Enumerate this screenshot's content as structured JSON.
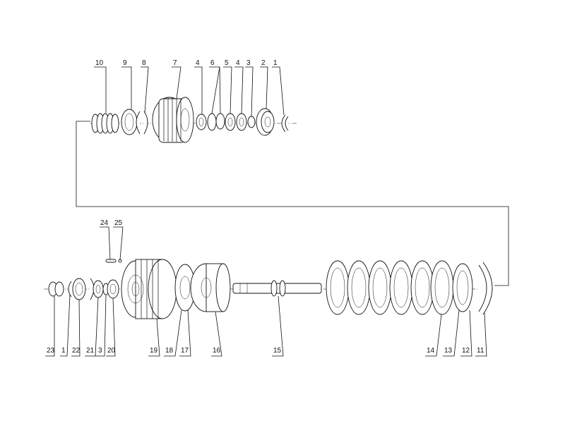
{
  "diagram": {
    "top_labels": [
      "10",
      "9",
      "8",
      "7",
      "4",
      "6",
      "5",
      "4",
      "3",
      "2",
      "1"
    ],
    "mid_labels": [
      "24",
      "25"
    ],
    "bottom_labels": [
      "23",
      "1",
      "22",
      "21",
      "3",
      "20",
      "19",
      "18",
      "17",
      "16",
      "15",
      "14",
      "13",
      "12",
      "11"
    ]
  }
}
